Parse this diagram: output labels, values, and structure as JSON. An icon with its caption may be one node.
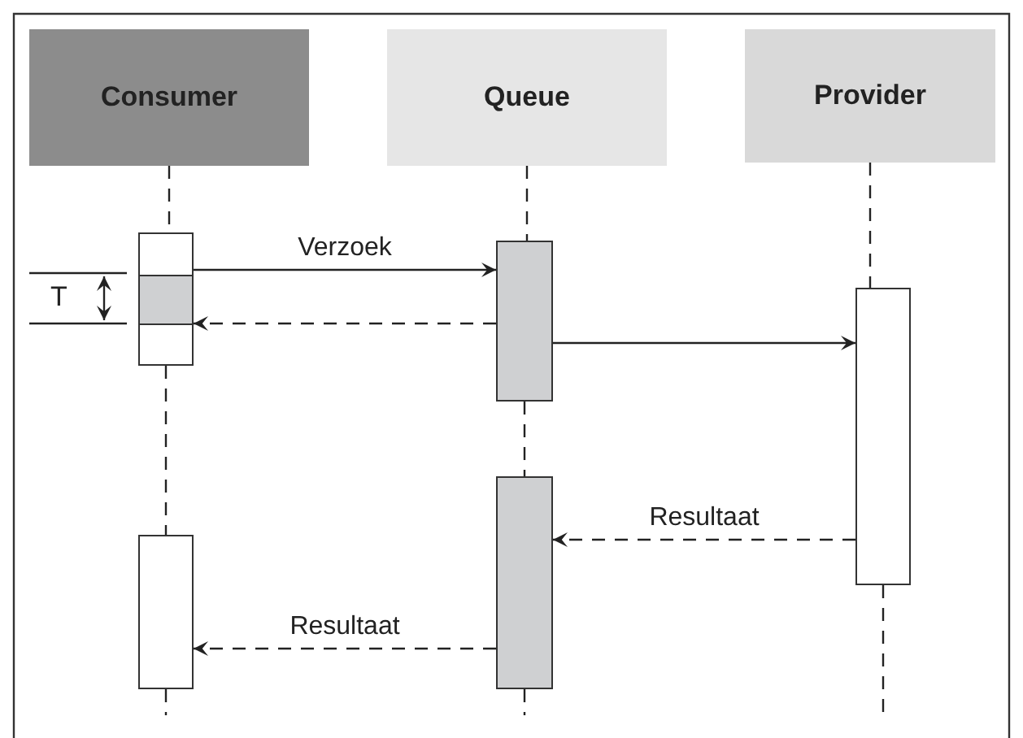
{
  "diagram": {
    "nodes": [
      {
        "text": [
          "Consumer"
        ]
      },
      {
        "text": [
          "Queue"
        ]
      },
      {
        "text": [
          "Provider"
        ]
      },
      {
        "text": [],
        "shape": "box"
      },
      {
        "text": [],
        "shape": "box"
      },
      {
        "text": [],
        "shape": "box"
      },
      {
        "text": [],
        "shape": "box"
      },
      {
        "text": [],
        "shape": "box"
      }
    ],
    "edges": [
      {
        "from": 3,
        "to": 4,
        "arrow": "to",
        "label": "Verzoek"
      },
      {
        "from": 4,
        "to": 3,
        "arrow": "to",
        "style": "dashed"
      },
      {
        "from": 4,
        "to": 5,
        "arrow": "to"
      },
      {
        "from": 5,
        "to": 6,
        "arrow": "to",
        "style": "dashed",
        "label": "Resultaat"
      },
      {
        "from": 6,
        "to": 7,
        "arrow": "to",
        "style": "dashed",
        "label": "Resultaat"
      },
      {
        "from": 0,
        "to": 3,
        "arrow": "none",
        "style": "dashed"
      },
      {
        "from": 3,
        "to": 7,
        "arrow": "none",
        "style": "dashed"
      },
      {
        "from": 7,
        "to": null,
        "arrow": "none",
        "style": "dashed"
      },
      {
        "from": 1,
        "to": 4,
        "arrow": "none",
        "style": "dashed"
      },
      {
        "from": 4,
        "to": 6,
        "arrow": "none",
        "style": "dashed"
      },
      {
        "from": 6,
        "to": null,
        "arrow": "none",
        "style": "dashed"
      },
      {
        "from": 2,
        "to": 5,
        "arrow": "none",
        "style": "dashed"
      },
      {
        "from": 5,
        "to": null,
        "arrow": "none",
        "style": "dashed"
      }
    ],
    "labels": [
      "T"
    ]
  }
}
